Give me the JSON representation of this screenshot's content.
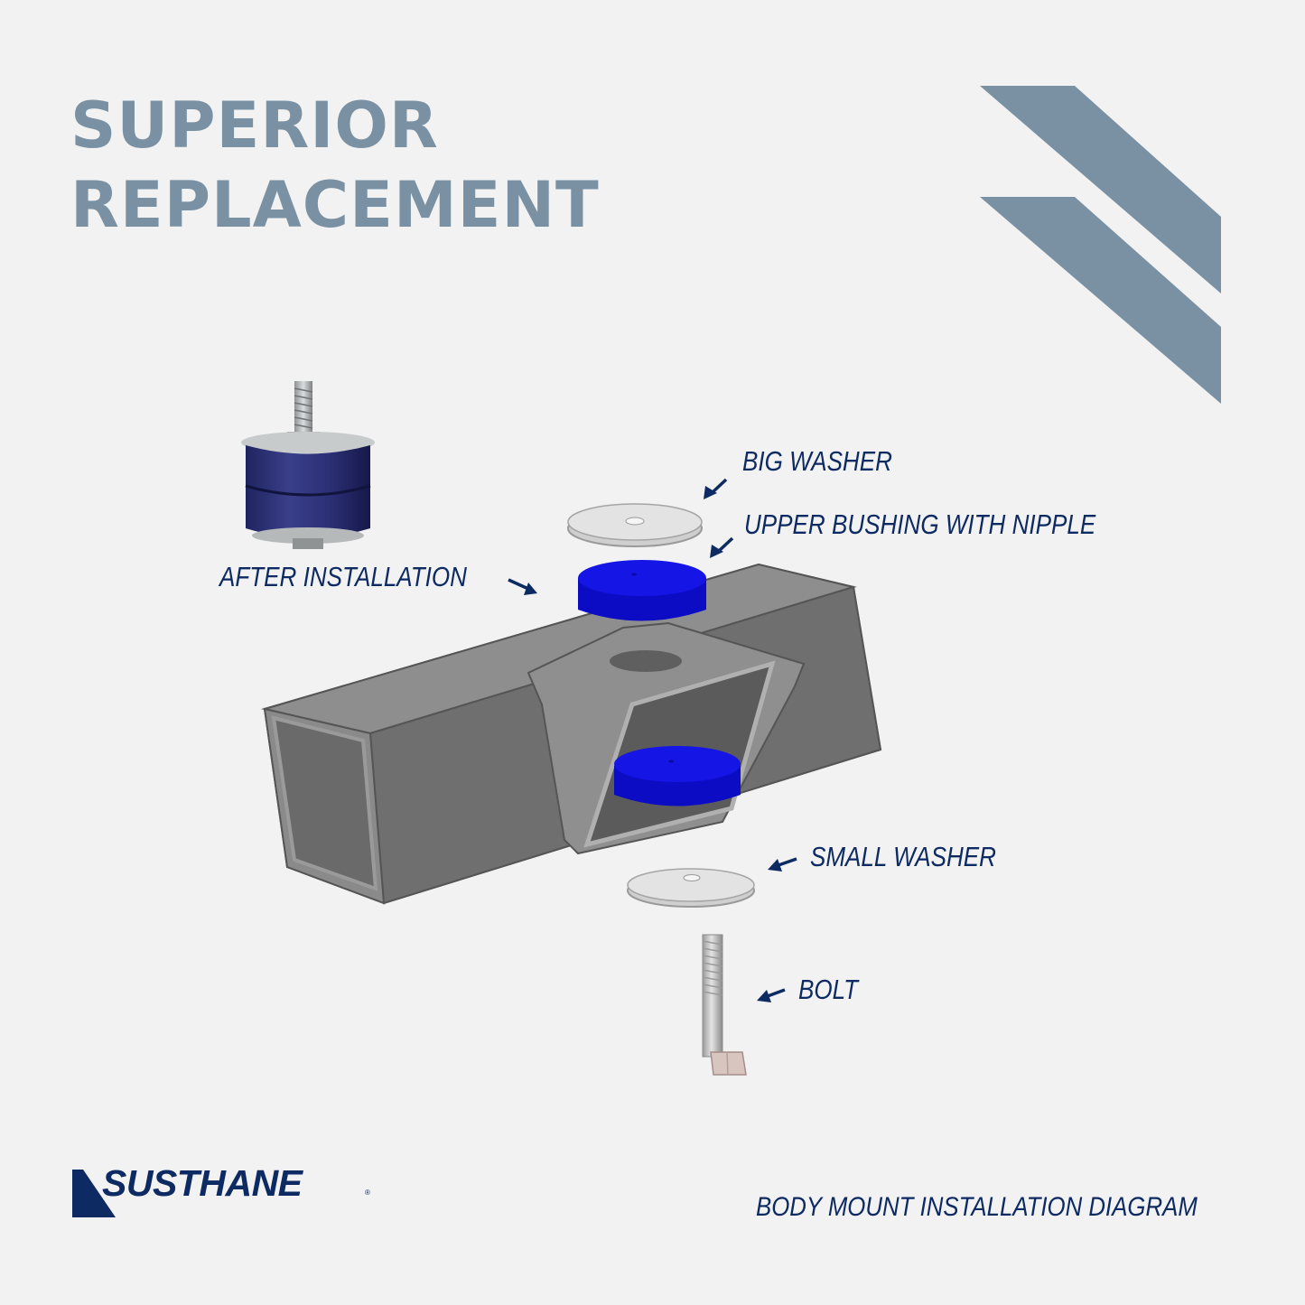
{
  "headline": {
    "line1": "SUPERIOR",
    "line2": "REPLACEMENT"
  },
  "labels": {
    "big_washer": "BIG WASHER",
    "upper_bushing": "UPPER BUSHING WITH NIPPLE",
    "after_installation": "AFTER INSTALLATION",
    "small_washer": "SMALL WASHER",
    "bolt": "BOLT"
  },
  "footer": {
    "brand": "SUSTHANE",
    "registered_mark": "®",
    "caption": "BODY MOUNT INSTALLATION DIAGRAM"
  },
  "colors": {
    "background": "#f2f2f3",
    "headline": "#7a91a4",
    "navy": "#0d2a63",
    "bushing_blue": "#1212e0",
    "frame_gray": "#7b7b7b"
  }
}
